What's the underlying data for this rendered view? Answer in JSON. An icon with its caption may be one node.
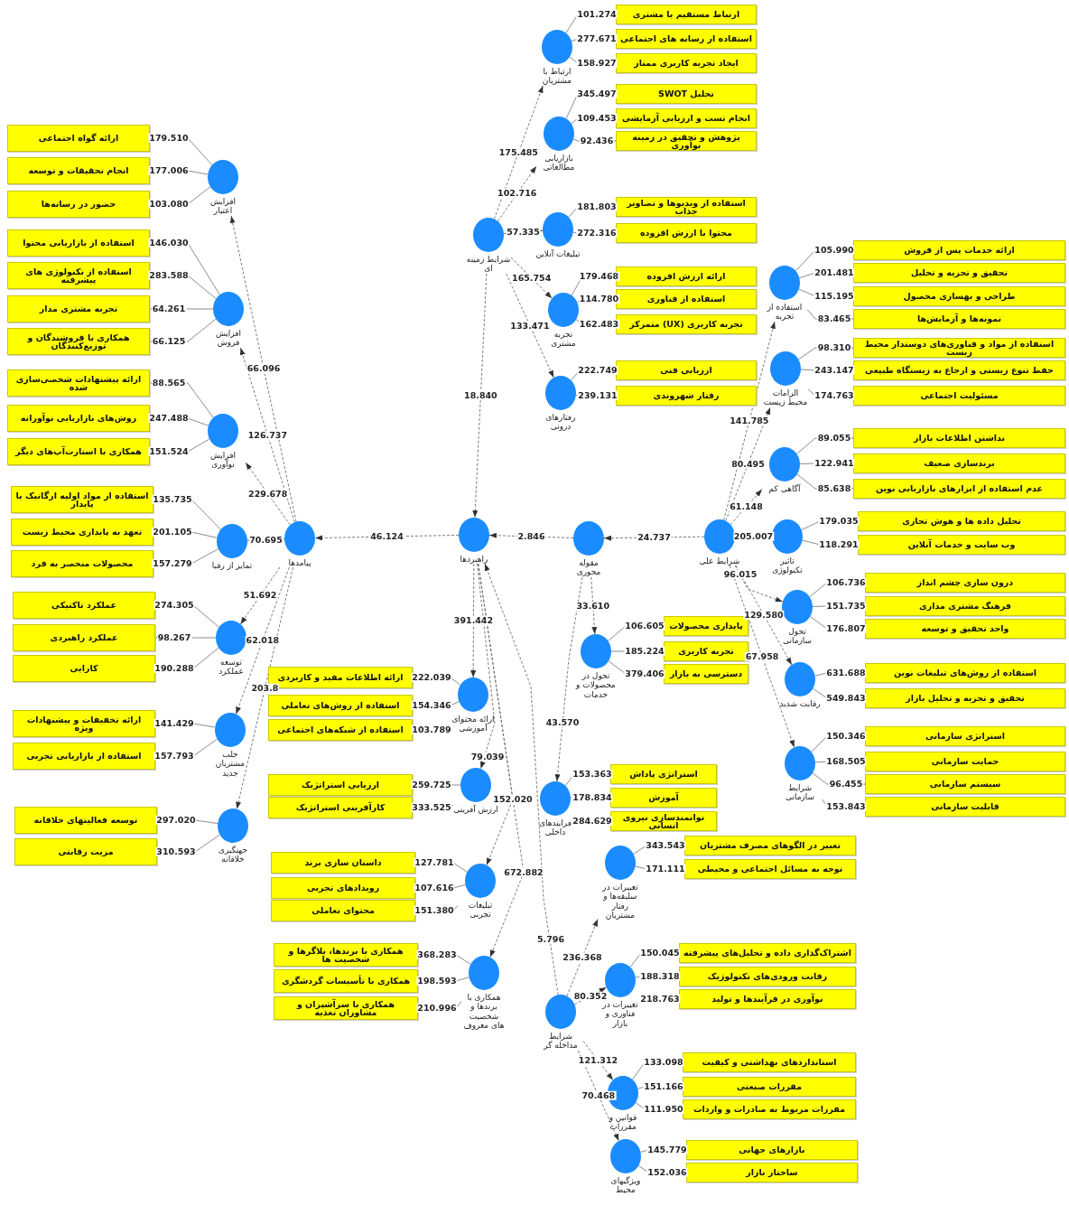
{
  "diagram": {
    "nodes": [
      {
        "text": [
          "پیامدها"
        ]
      },
      {
        "text": [
          "افزایش اعتبار"
        ]
      },
      {
        "text": [
          "ارائه گواه اجتماعی"
        ]
      },
      {
        "text": [
          "انجام تحقیقات و توسعه"
        ]
      },
      {
        "text": [
          "حضور در رسانه‌ها"
        ]
      },
      {
        "text": [
          "افزایش فروش"
        ]
      },
      {
        "text": [
          "استفاده از بازاریابی محتوا"
        ]
      },
      {
        "text": [
          "استفاده از تکنولوژی های پیشرفته"
        ]
      },
      {
        "text": [
          "تجربه مشتری مدار"
        ]
      },
      {
        "text": [
          "همکاری با فروشندگان و توزیع‌کنندگان"
        ]
      },
      {
        "text": [
          "افزایش نوآوری"
        ]
      },
      {
        "text": [
          "ارائه پیشنهادات شخصی‌سازی شده"
        ]
      },
      {
        "text": [
          "روش‌های بازاریابی نوآورانه"
        ]
      },
      {
        "text": [
          "همکاری با استارت‌آپ‌های دیگر"
        ]
      },
      {
        "text": [
          "تمایز از رقبا"
        ]
      },
      {
        "text": [
          "استفاده از مواد اولیه ارگانیک یا پایدار"
        ]
      },
      {
        "text": [
          "تعهد به پایداری محیط زیست"
        ]
      },
      {
        "text": [
          "محصولات منحصر به فرد"
        ]
      },
      {
        "text": [
          "توسعه عملکرد"
        ]
      },
      {
        "text": [
          "عملکرد تاکتیکی"
        ]
      },
      {
        "text": [
          "عملکرد راهبردی"
        ]
      },
      {
        "text": [
          "کارایی"
        ]
      },
      {
        "text": [
          "جلب مشتریان جدید"
        ]
      },
      {
        "text": [
          "ارائه تخفیفات و پیشنهادات ویژه"
        ]
      },
      {
        "text": [
          "استفاده از بازاریابی تجربی"
        ]
      },
      {
        "text": [
          "جهنگیری خلاقانه"
        ]
      },
      {
        "text": [
          "توسعه فعالیتهای خلاقانه"
        ]
      },
      {
        "text": [
          "مزیت رقابتی"
        ]
      },
      {
        "text": [
          "شرایط زمینه ای"
        ]
      },
      {
        "text": [
          "ارتباط با مشتریان"
        ]
      },
      {
        "text": [
          "ارتباط مستقیم با مشتری"
        ]
      },
      {
        "text": [
          "استفاده از رسانه های اجتماعی"
        ]
      },
      {
        "text": [
          "ایجاد تجربه کاربری ممتاز"
        ]
      },
      {
        "text": [
          "بازاریابی مطالعاتی"
        ]
      },
      {
        "text": [
          "تحلیل SWOT"
        ]
      },
      {
        "text": [
          "انجام تست و ارزیابی آزمایشی"
        ]
      },
      {
        "text": [
          "پژوهش و تحقیق در زمینه نوآوری"
        ]
      },
      {
        "text": [
          "تبلیغات آنلاین"
        ]
      },
      {
        "text": [
          "استفاده از ویدیوها و تصاویر جذاب"
        ]
      },
      {
        "text": [
          "محتوا با ارزش افزوده"
        ]
      },
      {
        "text": [
          "تجربه مشتری"
        ]
      },
      {
        "text": [
          "ارائه ارزش افزوده"
        ]
      },
      {
        "text": [
          "استفاده از فناوری"
        ]
      },
      {
        "text": [
          "تجربه کاربری (UX) متمرکز"
        ]
      },
      {
        "text": [
          "رفتارهای درونی"
        ]
      },
      {
        "text": [
          "ارزیابی فنی"
        ]
      },
      {
        "text": [
          "رفتار شهروندی"
        ]
      },
      {
        "text": [
          "راهبردها"
        ]
      },
      {
        "text": [
          "ارائه محتوای آموزشی"
        ]
      },
      {
        "text": [
          "ارائه اطلاعات مفید و کاربردی"
        ]
      },
      {
        "text": [
          "استفاده از روش‌های تعاملی"
        ]
      },
      {
        "text": [
          "استفاده از شبکه‌های اجتماعی"
        ]
      },
      {
        "text": [
          "ارزش آفرینی"
        ]
      },
      {
        "text": [
          "ارزیابی استراتژیک"
        ]
      },
      {
        "text": [
          "کارآفرینی استراتژیک"
        ]
      },
      {
        "text": [
          "تبلیغات تجربی"
        ]
      },
      {
        "text": [
          "داستان سازی برند"
        ]
      },
      {
        "text": [
          "رویدادهای تجربی"
        ]
      },
      {
        "text": [
          "محتوای تعاملی"
        ]
      },
      {
        "text": [
          "همکاری با برندها و شخصیت های معروف"
        ]
      },
      {
        "text": [
          "همکاری با برندها، بلاگرها و شخصیت ها"
        ]
      },
      {
        "text": [
          "همکاری با تأسیسات گردشگری"
        ]
      },
      {
        "text": [
          "همکاری با سرآشپزان و مشاوران تغذیه"
        ]
      },
      {
        "text": [
          "مقوله محوری"
        ]
      },
      {
        "text": [
          "تحول در محصولات و خدمات"
        ]
      },
      {
        "text": [
          "پایداری محصولات"
        ]
      },
      {
        "text": [
          "تجربه کاربری"
        ]
      },
      {
        "text": [
          "دسترسی به بازار"
        ]
      },
      {
        "text": [
          "فرایندهای داخلی"
        ]
      },
      {
        "text": [
          "استراتژی پاداش"
        ]
      },
      {
        "text": [
          "آموزش"
        ]
      },
      {
        "text": [
          "توانمندسازی نیروی انسانی"
        ]
      },
      {
        "text": [
          "شرایط علی"
        ]
      },
      {
        "text": [
          "استفاده از تجربه"
        ]
      },
      {
        "text": [
          "ارائه خدمات پس از فروش"
        ]
      },
      {
        "text": [
          "تحقیق و تجزیه و تحلیل"
        ]
      },
      {
        "text": [
          "طراحی و بهسازی محصول"
        ]
      },
      {
        "text": [
          "نمونه‌ها و آزمایش‌ها"
        ]
      },
      {
        "text": [
          "الزامات محیط زیست"
        ]
      },
      {
        "text": [
          "استفاده از مواد و فناوری‌های دوستدار محیط زیست"
        ]
      },
      {
        "text": [
          "حفظ تنوع زیستی و ارجاع به زیستگاه طبیعی"
        ]
      },
      {
        "text": [
          "مسئولیت اجتماعی"
        ]
      },
      {
        "text": [
          "آگاهی کم"
        ]
      },
      {
        "text": [
          "نداشتن اطلاعات بازار"
        ]
      },
      {
        "text": [
          "برندسازی ضعیف"
        ]
      },
      {
        "text": [
          "عدم استفاده از ابزارهای بازاریابی نوین"
        ]
      },
      {
        "text": [
          "تاثیر تکنولوژی"
        ]
      },
      {
        "text": [
          "تحلیل داده ها و هوش تجاری"
        ]
      },
      {
        "text": [
          "وب سایت و خدمات آنلاین"
        ]
      },
      {
        "text": [
          "تحول سازمانی"
        ]
      },
      {
        "text": [
          "درون سازی چشم انداز"
        ]
      },
      {
        "text": [
          "فرهنگ مشتری مداری"
        ]
      },
      {
        "text": [
          "واحد تحقیق و توسعه"
        ]
      },
      {
        "text": [
          "رقابت شدید"
        ]
      },
      {
        "text": [
          "استفاده از روش‌های تبلیغات نوین"
        ]
      },
      {
        "text": [
          "تحقیق و تجزیه و تحلیل بازار"
        ]
      },
      {
        "text": [
          "شرایط سازمانی"
        ]
      },
      {
        "text": [
          "استراتژی سازمانی"
        ]
      },
      {
        "text": [
          "حمایت سازمانی"
        ]
      },
      {
        "text": [
          "سیستم سازمانی"
        ]
      },
      {
        "text": [
          "قابلیت سازمانی"
        ]
      },
      {
        "text": [
          "شرایط مداخله گر"
        ]
      },
      {
        "text": [
          "تغییرات در سلیقه‌ها و رفتار مشتریان"
        ]
      },
      {
        "text": [
          "تغییر در الگوهای مصرف مشتریان"
        ]
      },
      {
        "text": [
          "توجه به مسائل اجتماعی و محیطی"
        ]
      },
      {
        "text": [
          "تغییرات در فناوری و بازار"
        ]
      },
      {
        "text": [
          "اشتراک‌گذاری داده و تحلیل‌های پیشرفته"
        ]
      },
      {
        "text": [
          "رقابت ورودی‌های تکنولوژیک"
        ]
      },
      {
        "text": [
          "نوآوری در فرآیندها و تولید"
        ]
      },
      {
        "text": [
          "قوانین و مقررات"
        ]
      },
      {
        "text": [
          "استانداردهای بهداشتی و کیفیت"
        ]
      },
      {
        "text": [
          "مقررات صنعتی"
        ]
      },
      {
        "text": [
          "مقررات مربوط به صادرات و واردات"
        ]
      },
      {
        "text": [
          "ویژگیهای محیط"
        ]
      },
      {
        "text": [
          "بازارهای جهانی"
        ]
      },
      {
        "text": [
          "ساختار بازار"
        ]
      }
    ],
    "edges": [
      {
        "from": 0,
        "to": 1,
        "arrow": "to",
        "label": "66.096",
        "style": "dashed"
      },
      {
        "from": 0,
        "to": 5,
        "arrow": "to",
        "label": "126.737",
        "style": "dashed"
      },
      {
        "from": 0,
        "to": 10,
        "arrow": "to",
        "label": "229.678",
        "style": "dashed"
      },
      {
        "from": 0,
        "to": 14,
        "arrow": "to",
        "label": "70.695",
        "style": "dashed"
      },
      {
        "from": 0,
        "to": 18,
        "arrow": "to",
        "label": "51.692",
        "style": "dashed"
      },
      {
        "from": 0,
        "to": 22,
        "arrow": "to",
        "label": "62.018",
        "style": "dashed"
      },
      {
        "from": 0,
        "to": 25,
        "arrow": "to",
        "label": "203.8",
        "style": "dashed"
      },
      {
        "from": 47,
        "to": 0,
        "arrow": "to",
        "label": "46.124",
        "style": "dashed"
      },
      {
        "from": 28,
        "to": 47,
        "arrow": "to",
        "label": "18.840",
        "style": "dashed"
      },
      {
        "from": 28,
        "to": 29,
        "arrow": "to",
        "label": "175.485",
        "style": "dashed"
      },
      {
        "from": 28,
        "to": 33,
        "arrow": "to",
        "label": "102.716",
        "style": "dashed"
      },
      {
        "from": 28,
        "to": 37,
        "arrow": "to",
        "label": "57.335",
        "style": "dashed"
      },
      {
        "from": 28,
        "to": 40,
        "arrow": "to",
        "label": "165.754",
        "style": "dashed"
      },
      {
        "from": 28,
        "to": 44,
        "arrow": "to",
        "label": "133.471",
        "style": "dashed"
      },
      {
        "from": 47,
        "to": 48,
        "arrow": "to",
        "label": "391.442",
        "style": "dashed"
      },
      {
        "from": 47,
        "to": 52,
        "arrow": "to",
        "label": "79.039",
        "style": "dashed"
      },
      {
        "from": 47,
        "to": 55,
        "arrow": "to",
        "label": "152.020",
        "style": "dashed"
      },
      {
        "from": 47,
        "to": 59,
        "arrow": "to",
        "label": "672.882",
        "style": "dashed"
      },
      {
        "from": 63,
        "to": 47,
        "arrow": "to",
        "label": "2.846",
        "style": "dashed"
      },
      {
        "from": 72,
        "to": 63,
        "arrow": "to",
        "label": "24.737",
        "style": "dashed"
      },
      {
        "from": 63,
        "to": 64,
        "arrow": "to",
        "label": "33.610",
        "style": "dashed"
      },
      {
        "from": 63,
        "to": 68,
        "arrow": "to",
        "label": "43.570",
        "style": "dashed"
      },
      {
        "from": 101,
        "to": 47,
        "arrow": "to",
        "label": "5.796",
        "style": "dashed"
      },
      {
        "from": 101,
        "to": 102,
        "arrow": "to",
        "label": "236.368",
        "style": "dashed"
      },
      {
        "from": 101,
        "to": 105,
        "arrow": "to",
        "label": "80.352",
        "style": "dashed"
      },
      {
        "from": 101,
        "to": 109,
        "arrow": "to",
        "label": "121.312",
        "style": "dashed"
      },
      {
        "from": 101,
        "to": 113,
        "arrow": "to",
        "label": "70.468",
        "style": "dashed"
      },
      {
        "from": 72,
        "to": 73,
        "arrow": "to",
        "label": "141.785",
        "style": "dashed"
      },
      {
        "from": 72,
        "to": 78,
        "arrow": "to",
        "label": "80.495",
        "style": "dashed"
      },
      {
        "from": 72,
        "to": 82,
        "arrow": "to",
        "label": "61.148",
        "style": "dashed"
      },
      {
        "from": 72,
        "to": 86,
        "arrow": "to",
        "label": "205.007",
        "style": "dashed"
      },
      {
        "from": 72,
        "to": 89,
        "arrow": "to",
        "label": "96.015",
        "style": "dashed"
      },
      {
        "from": 72,
        "to": 93,
        "arrow": "to",
        "label": "129.580",
        "style": "dashed"
      },
      {
        "from": 72,
        "to": 96,
        "arrow": "to",
        "label": "67.958",
        "style": "dashed"
      },
      {
        "from": 1,
        "to": 2,
        "arrow": "to",
        "label": "179.510"
      },
      {
        "from": 1,
        "to": 3,
        "arrow": "to",
        "label": "177.006"
      },
      {
        "from": 1,
        "to": 4,
        "arrow": "to",
        "label": "103.080"
      },
      {
        "from": 5,
        "to": 6,
        "arrow": "to",
        "label": "146.030"
      },
      {
        "from": 5,
        "to": 7,
        "arrow": "to",
        "label": "283.588"
      },
      {
        "from": 5,
        "to": 8,
        "arrow": "to",
        "label": "64.261"
      },
      {
        "from": 5,
        "to": 9,
        "arrow": "to",
        "label": "66.125"
      },
      {
        "from": 10,
        "to": 11,
        "arrow": "to",
        "label": "88.565"
      },
      {
        "from": 10,
        "to": 12,
        "arrow": "to",
        "label": "247.488"
      },
      {
        "from": 10,
        "to": 13,
        "arrow": "to",
        "label": "151.524"
      },
      {
        "from": 14,
        "to": 15,
        "arrow": "to",
        "label": "135.735"
      },
      {
        "from": 14,
        "to": 16,
        "arrow": "to",
        "label": "201.105"
      },
      {
        "from": 14,
        "to": 17,
        "arrow": "to",
        "label": "157.279"
      },
      {
        "from": 18,
        "to": 19,
        "arrow": "to",
        "label": "274.305"
      },
      {
        "from": 18,
        "to": 20,
        "arrow": "to",
        "label": "98.267"
      },
      {
        "from": 18,
        "to": 21,
        "arrow": "to",
        "label": "190.288"
      },
      {
        "from": 22,
        "to": 23,
        "arrow": "to",
        "label": "141.429"
      },
      {
        "from": 22,
        "to": 24,
        "arrow": "to",
        "label": "157.793"
      },
      {
        "from": 25,
        "to": 26,
        "arrow": "to",
        "label": "297.020"
      },
      {
        "from": 25,
        "to": 27,
        "arrow": "to",
        "label": "310.593"
      },
      {
        "from": 29,
        "to": 30,
        "arrow": "to",
        "label": "101.274"
      },
      {
        "from": 29,
        "to": 31,
        "arrow": "to",
        "label": "277.671"
      },
      {
        "from": 29,
        "to": 32,
        "arrow": "to",
        "label": "158.927"
      },
      {
        "from": 33,
        "to": 34,
        "arrow": "to",
        "label": "345.497"
      },
      {
        "from": 33,
        "to": 35,
        "arrow": "to",
        "label": "109.453"
      },
      {
        "from": 33,
        "to": 36,
        "arrow": "to",
        "label": "92.436"
      },
      {
        "from": 37,
        "to": 38,
        "arrow": "to",
        "label": "181.803"
      },
      {
        "from": 37,
        "to": 39,
        "arrow": "to",
        "label": "272.316"
      },
      {
        "from": 40,
        "to": 41,
        "arrow": "to",
        "label": "179.468"
      },
      {
        "from": 40,
        "to": 42,
        "arrow": "to",
        "label": "114.780"
      },
      {
        "from": 40,
        "to": 43,
        "arrow": "to",
        "label": "162.483"
      },
      {
        "from": 44,
        "to": 45,
        "arrow": "to",
        "label": "222.749"
      },
      {
        "from": 44,
        "to": 46,
        "arrow": "to",
        "label": "239.131"
      },
      {
        "from": 48,
        "to": 49,
        "arrow": "to",
        "label": "222.039"
      },
      {
        "from": 48,
        "to": 50,
        "arrow": "to",
        "label": "154.346"
      },
      {
        "from": 48,
        "to": 51,
        "arrow": "to",
        "label": "103.789"
      },
      {
        "from": 52,
        "to": 53,
        "arrow": "to",
        "label": "259.725"
      },
      {
        "from": 52,
        "to": 54,
        "arrow": "to",
        "label": "333.525"
      },
      {
        "from": 55,
        "to": 56,
        "arrow": "to",
        "label": "127.781"
      },
      {
        "from": 55,
        "to": 57,
        "arrow": "to",
        "label": "107.616"
      },
      {
        "from": 55,
        "to": 58,
        "arrow": "to",
        "label": "151.380"
      },
      {
        "from": 59,
        "to": 60,
        "arrow": "to",
        "label": "368.283"
      },
      {
        "from": 59,
        "to": 61,
        "arrow": "to",
        "label": "198.593"
      },
      {
        "from": 59,
        "to": 62,
        "arrow": "to",
        "label": "210.996"
      },
      {
        "from": 64,
        "to": 65,
        "arrow": "to",
        "label": "106.605"
      },
      {
        "from": 64,
        "to": 66,
        "arrow": "to",
        "label": "185.224"
      },
      {
        "from": 64,
        "to": 67,
        "arrow": "to",
        "label": "379.406"
      },
      {
        "from": 68,
        "to": 69,
        "arrow": "to",
        "label": "153.363"
      },
      {
        "from": 68,
        "to": 70,
        "arrow": "to",
        "label": "178.834"
      },
      {
        "from": 68,
        "to": 71,
        "arrow": "to",
        "label": "284.629"
      },
      {
        "from": 73,
        "to": 74,
        "arrow": "to",
        "label": "105.990"
      },
      {
        "from": 73,
        "to": 75,
        "arrow": "to",
        "label": "201.481"
      },
      {
        "from": 73,
        "to": 76,
        "arrow": "to",
        "label": "115.195"
      },
      {
        "from": 73,
        "to": 77,
        "arrow": "to",
        "label": "83.465"
      },
      {
        "from": 78,
        "to": 79,
        "arrow": "to",
        "label": "98.310"
      },
      {
        "from": 78,
        "to": 80,
        "arrow": "to",
        "label": "243.147"
      },
      {
        "from": 78,
        "to": 81,
        "arrow": "to",
        "label": "174.763"
      },
      {
        "from": 82,
        "to": 83,
        "arrow": "to",
        "label": "89.055"
      },
      {
        "from": 82,
        "to": 84,
        "arrow": "to",
        "label": "122.941"
      },
      {
        "from": 82,
        "to": 85,
        "arrow": "to",
        "label": "85.638"
      },
      {
        "from": 86,
        "to": 87,
        "arrow": "to",
        "label": "179.035"
      },
      {
        "from": 86,
        "to": 88,
        "arrow": "to",
        "label": "118.291"
      },
      {
        "from": 89,
        "to": 90,
        "arrow": "to",
        "label": "106.736"
      },
      {
        "from": 89,
        "to": 91,
        "arrow": "to",
        "label": "151.735"
      },
      {
        "from": 89,
        "to": 92,
        "arrow": "to",
        "label": "176.807"
      },
      {
        "from": 93,
        "to": 94,
        "arrow": "to",
        "label": "631.688"
      },
      {
        "from": 93,
        "to": 95,
        "arrow": "to",
        "label": "549.843"
      },
      {
        "from": 96,
        "to": 97,
        "arrow": "to",
        "label": "150.346"
      },
      {
        "from": 96,
        "to": 98,
        "arrow": "to",
        "label": "168.505"
      },
      {
        "from": 96,
        "to": 99,
        "arrow": "to",
        "label": "96.455"
      },
      {
        "from": 96,
        "to": 100,
        "arrow": "to",
        "label": "153.843"
      },
      {
        "from": 102,
        "to": 103,
        "arrow": "to",
        "label": "343.543"
      },
      {
        "from": 102,
        "to": 104,
        "arrow": "to",
        "label": "171.111"
      },
      {
        "from": 105,
        "to": 106,
        "arrow": "to",
        "label": "150.045"
      },
      {
        "from": 105,
        "to": 107,
        "arrow": "to",
        "label": "188.318"
      },
      {
        "from": 105,
        "to": 108,
        "arrow": "to",
        "label": "218.763"
      },
      {
        "from": 109,
        "to": 110,
        "arrow": "to",
        "label": "133.098"
      },
      {
        "from": 109,
        "to": 111,
        "arrow": "to",
        "label": "151.166"
      },
      {
        "from": 109,
        "to": 112,
        "arrow": "to",
        "label": "111.950"
      },
      {
        "from": 113,
        "to": 114,
        "arrow": "to",
        "label": "145.779"
      },
      {
        "from": 113,
        "to": 115,
        "arrow": "to",
        "label": "152.036"
      }
    ]
  }
}
